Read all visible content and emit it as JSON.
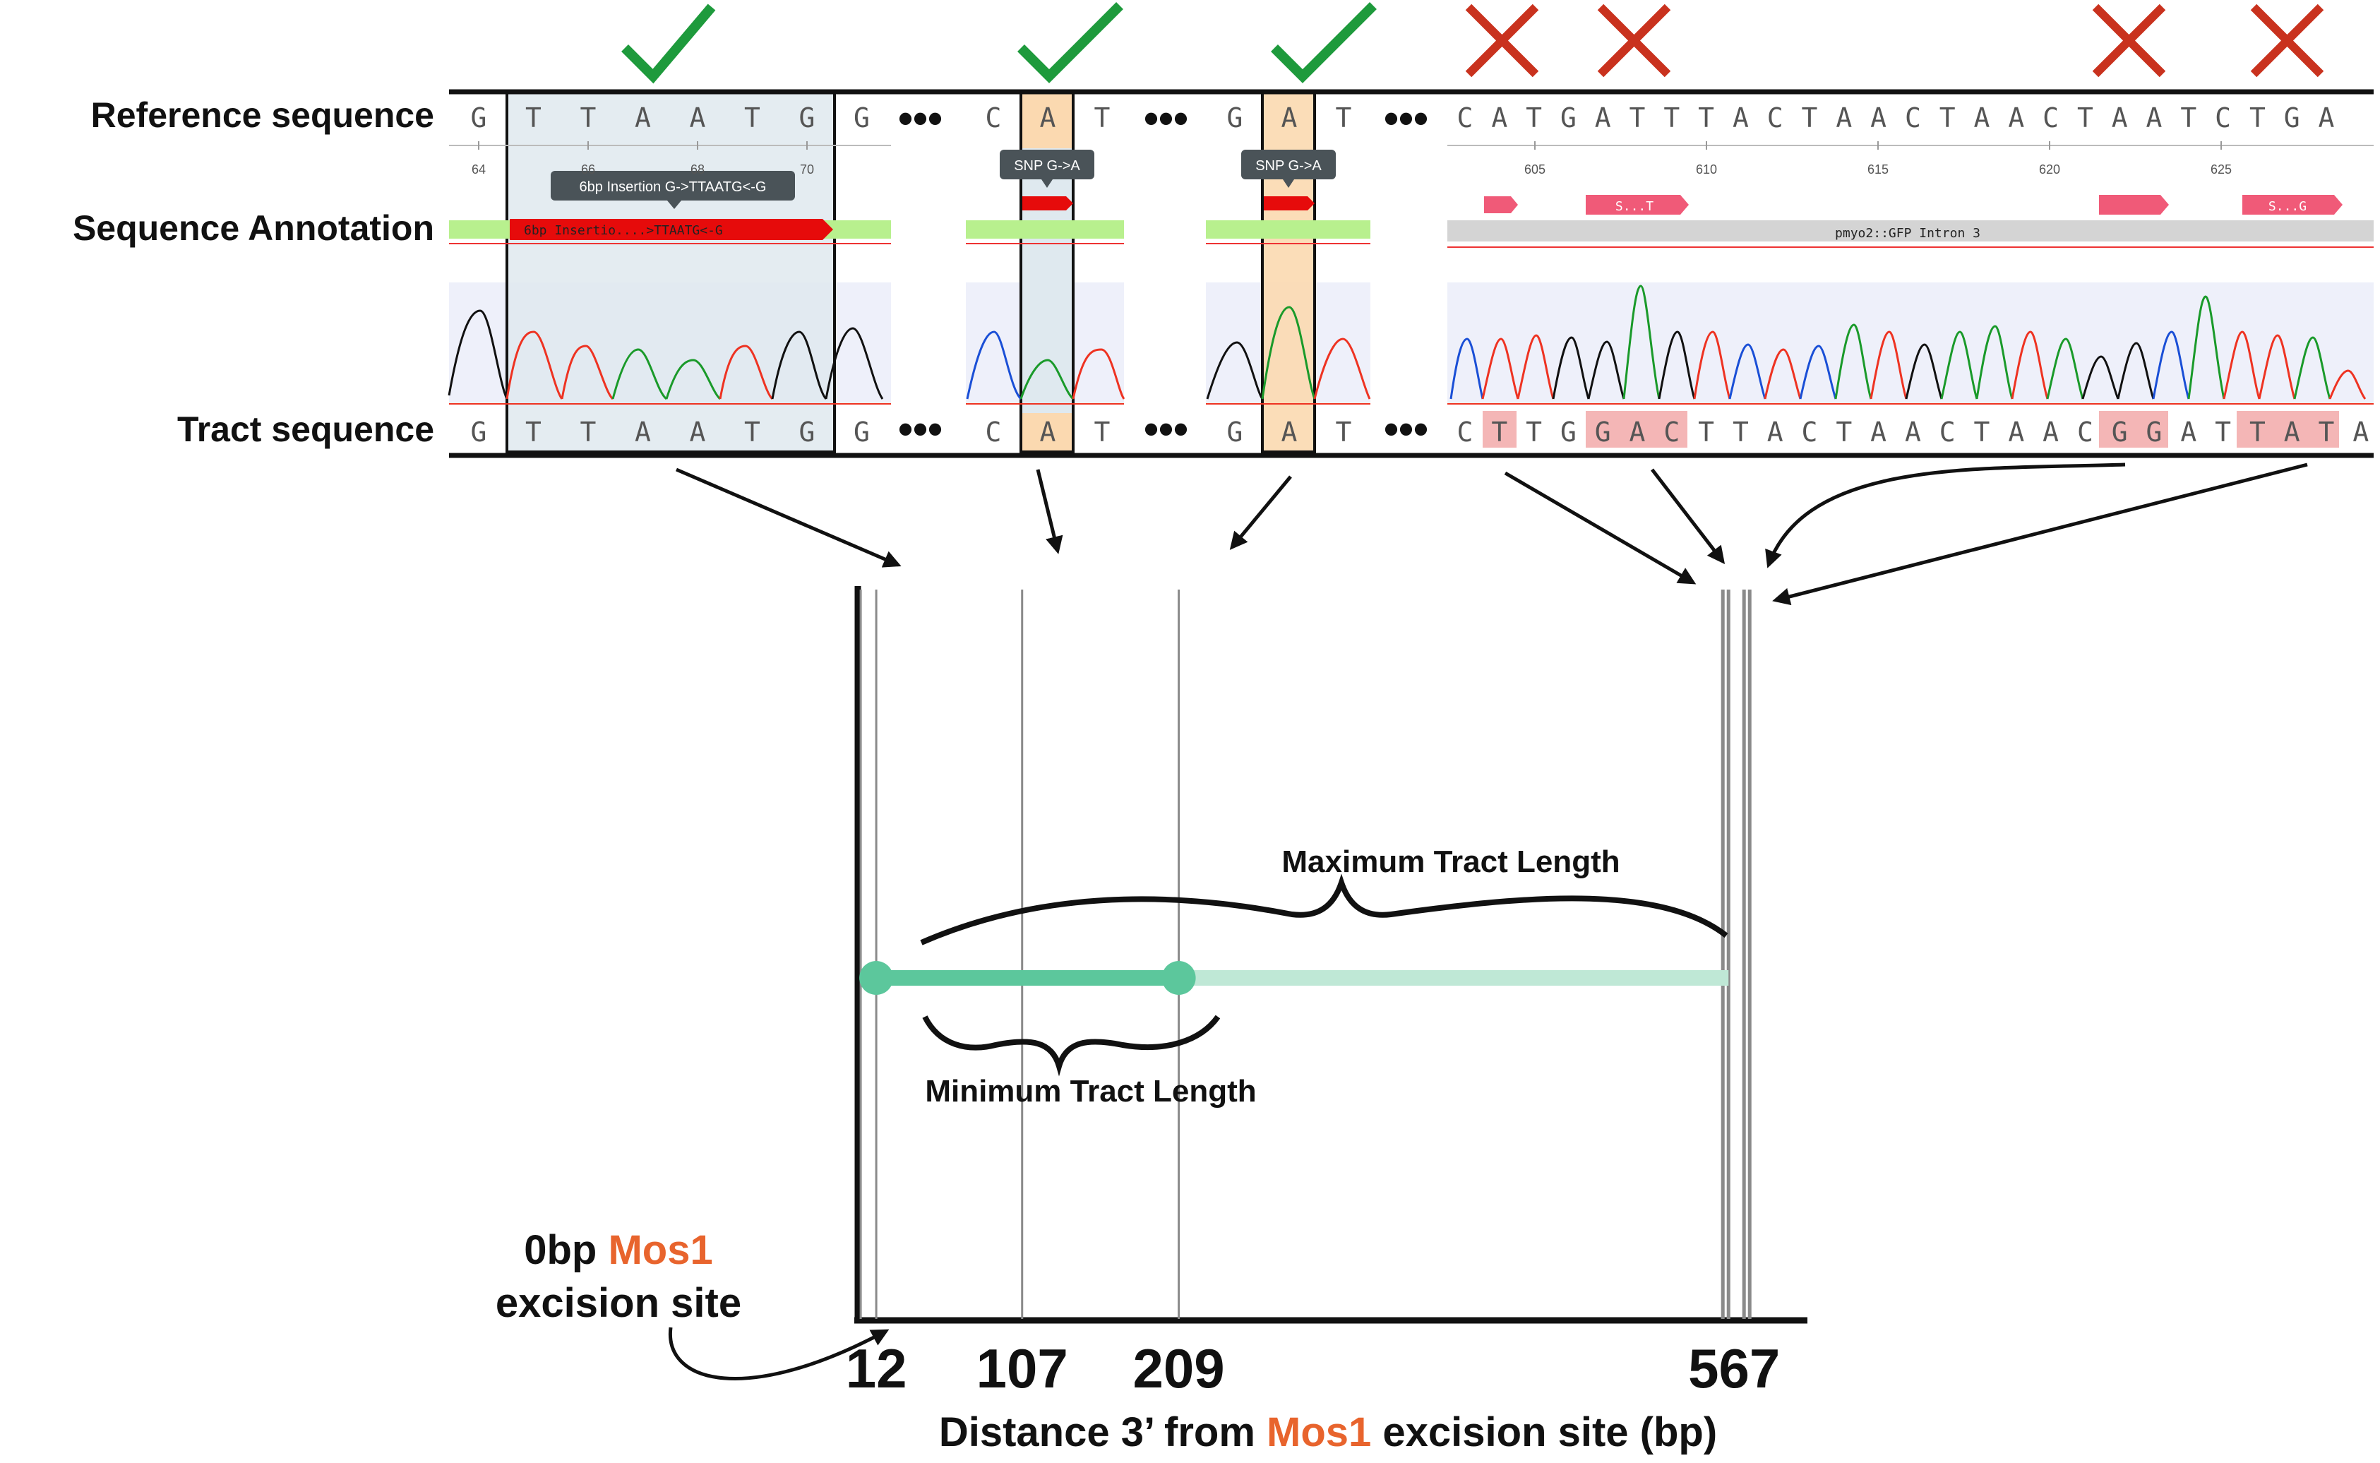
{
  "labels": {
    "reference": "Reference sequence",
    "annotation": "Sequence Annotation",
    "tract": "Tract sequence"
  },
  "reference_segments": [
    [
      "G",
      "T",
      "T",
      "A",
      "A",
      "T",
      "G",
      "G"
    ],
    [
      "C",
      "A",
      "T"
    ],
    [
      "G",
      "A",
      "T"
    ],
    [
      "C",
      "A",
      "T",
      "G",
      "A",
      "T",
      "T",
      "T",
      "A",
      "C",
      "T",
      "A",
      "A",
      "C",
      "T",
      "A",
      "A",
      "C",
      "T",
      "A",
      "A",
      "T",
      "C",
      "T",
      "G",
      "A"
    ]
  ],
  "tract_segments": [
    [
      "G",
      "T",
      "T",
      "A",
      "A",
      "T",
      "G",
      "G"
    ],
    [
      "C",
      "A",
      "T"
    ],
    [
      "G",
      "A",
      "T"
    ],
    [
      "C",
      "T",
      "T",
      "G",
      "G",
      "A",
      "C",
      "T",
      "T",
      "A",
      "C",
      "T",
      "A",
      "A",
      "C",
      "T",
      "A",
      "A",
      "C",
      "G",
      "G",
      "A",
      "T",
      "T",
      "A",
      "T",
      "A"
    ]
  ],
  "position_ticks_1": [
    "64",
    "66",
    "68",
    "70"
  ],
  "position_ticks_4": [
    "605",
    "610",
    "615",
    "620",
    "625"
  ],
  "tooltips": {
    "insertion": "6bp Insertion G->TTAATG<-G",
    "snp1": "SNP G->A",
    "snp2": "SNP G->A"
  },
  "annotations": {
    "insertion_bar": "6bp Insertio....>TTAATG<-G",
    "intron": "pmyo2::GFP Intron 3",
    "feature1": "S...T",
    "feature2": "S...G"
  },
  "ellipsis": "•••",
  "status_marks": [
    "check",
    "check",
    "check",
    "cross",
    "cross",
    "cross",
    "cross"
  ],
  "colors": {
    "check": "#1e9a3c",
    "cross": "#c9321e",
    "snp_highlight": "#fbd9b0",
    "insertion_highlight": "#dfe9ef",
    "mismatch": "#f4b6b6",
    "min_tract": "#5cc79c",
    "max_tract": "#bfe8d6",
    "mos1": "#e8642d"
  },
  "chart_data": {
    "type": "diagram",
    "axis_title_parts": [
      "Distance 3’ from ",
      "Mos1",
      " excision site (bp)"
    ],
    "tick_labels": [
      "12",
      "107",
      "209",
      "567"
    ],
    "marker_positions_bp": [
      12,
      107,
      209,
      567
    ],
    "min_tract_label": "Minimum Tract Length",
    "min_tract_bp": [
      12,
      209
    ],
    "max_tract_label": "Maximum Tract Length",
    "max_tract_bp": [
      12,
      567
    ],
    "origin_label_parts": [
      "0bp ",
      "Mos1",
      "excision site"
    ]
  }
}
